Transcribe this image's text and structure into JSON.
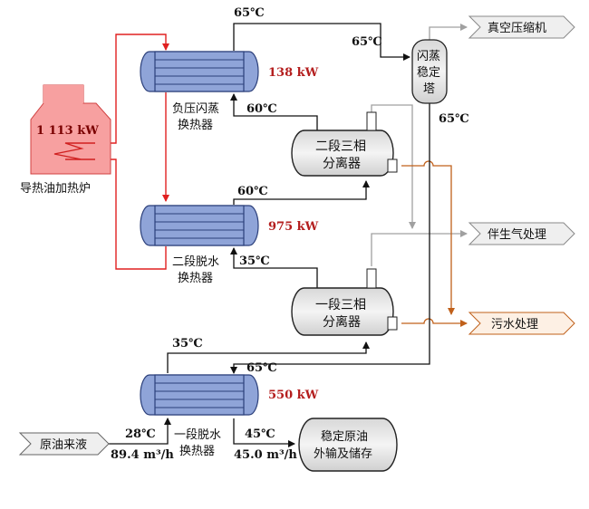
{
  "diagram": {
    "furnace": {
      "power": "1 113 kW",
      "label": "导热油加热炉"
    },
    "hx_flash": {
      "name_line1": "负压闪蒸",
      "name_line2": "换热器",
      "power": "138 kW"
    },
    "hx_stage2": {
      "name_line1": "二段脱水",
      "name_line2": "换热器",
      "power": "975 kW"
    },
    "hx_stage1": {
      "name_line1": "一段脱水",
      "name_line2": "换热器",
      "power": "550 kW"
    },
    "sep_stage2": {
      "line1": "二段三相",
      "line2": "分离器"
    },
    "sep_stage1": {
      "line1": "一段三相",
      "line2": "分离器"
    },
    "tower": {
      "line1": "闪蒸",
      "line2": "稳定",
      "line3": "塔"
    },
    "storage": {
      "line1": "稳定原油",
      "line2": "外输及储存"
    },
    "outputs": {
      "vacuum": "真空压缩机",
      "gas": "伴生气处理",
      "water": "污水处理",
      "feed": "原油来液"
    },
    "temps": {
      "t_top_65": "65℃",
      "t_tower_in_65": "65℃",
      "t_tower_out_65": "65℃",
      "t_flash_60": "60℃",
      "t_stage2_60": "60℃",
      "t_stage2_35": "35℃",
      "t_stage1_35": "35℃",
      "t_stage1_65": "65℃",
      "t_feed_28": "28℃",
      "t_out_45": "45℃"
    },
    "flows": {
      "feed_flow": "89.4 m³/h",
      "out_flow": "45.0 m³/h"
    },
    "colors": {
      "oil_line": "#111111",
      "heat_medium": "#e02020",
      "gas_line": "#a0a0a0",
      "water_line": "#c0601a",
      "hx_fill": "#8fa4d8",
      "furnace_fill": "#f7a0a0"
    }
  }
}
